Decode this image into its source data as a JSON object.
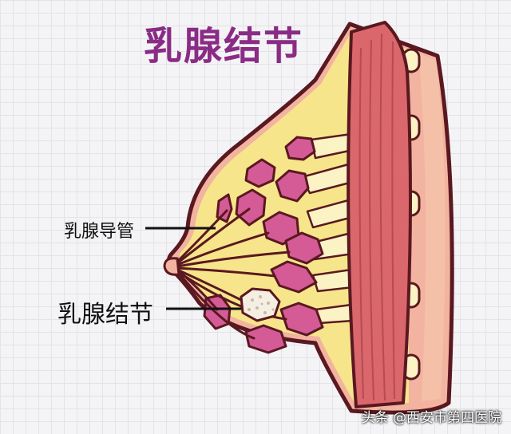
{
  "title": "乳腺结节",
  "labels": {
    "duct": "乳腺导管",
    "nodule": "乳腺结节"
  },
  "watermark": "头条 @西安市第四医院",
  "colors": {
    "title": "#8a2c85",
    "outline": "#5a1820",
    "fat": "#f6e58a",
    "skin": "#f2b3a0",
    "muscle": "#d9676b",
    "lobule": "#d45b95",
    "nodule": "#f5efe3"
  }
}
